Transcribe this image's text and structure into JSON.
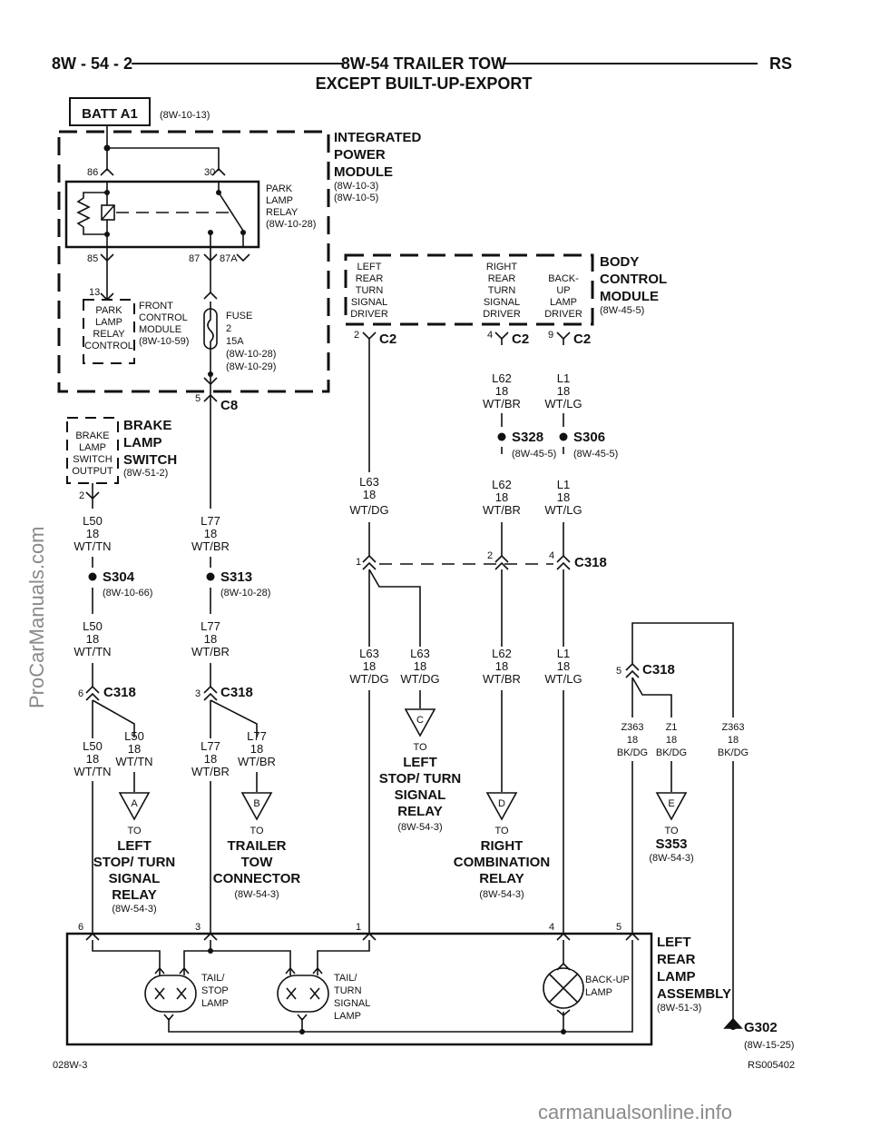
{
  "header": {
    "page": "8W - 54 - 2",
    "title_line1": "8W-54 TRAILER TOW",
    "title_line2": "EXCEPT BUILT-UP-EXPORT",
    "code": "RS"
  },
  "batt": {
    "label": "BATT A1",
    "ref": "(8W-10-13)"
  },
  "ipm": {
    "title": [
      "INTEGRATED",
      "POWER",
      "MODULE"
    ],
    "refs": [
      "(8W-10-3)",
      "(8W-10-5)"
    ],
    "relay": [
      "PARK",
      "LAMP",
      "RELAY",
      "(8W-10-28)"
    ],
    "pins": {
      "p86": "86",
      "p30": "30",
      "p85": "85",
      "p87": "87",
      "p87a": "87A"
    },
    "fuse": [
      "FUSE",
      "2",
      "15A",
      "(8W-10-28)",
      "(8W-10-29)"
    ]
  },
  "fcm": {
    "pin": "13",
    "box": [
      "PARK",
      "LAMP",
      "RELAY",
      "CONTROL"
    ],
    "label": [
      "FRONT",
      "CONTROL",
      "MODULE",
      "(8W-10-59)"
    ]
  },
  "bcm": {
    "title": [
      "BODY",
      "CONTROL",
      "MODULE"
    ],
    "ref": "(8W-45-5)",
    "left": [
      "LEFT",
      "REAR",
      "TURN",
      "SIGNAL",
      "DRIVER"
    ],
    "right": [
      "RIGHT",
      "REAR",
      "TURN",
      "SIGNAL",
      "DRIVER"
    ],
    "backup": [
      "BACK-",
      "UP",
      "LAMP",
      "DRIVER"
    ],
    "pin2": "2",
    "pin4": "4",
    "pin9": "9",
    "conn": "C2"
  },
  "c8": {
    "pin": "5",
    "name": "C8"
  },
  "brake": {
    "box": [
      "BRAKE",
      "LAMP",
      "SWITCH",
      "OUTPUT"
    ],
    "title": [
      "BRAKE",
      "LAMP",
      "SWITCH"
    ],
    "ref": "(8W-51-2)",
    "pin": "2"
  },
  "splices": {
    "s328": {
      "name": "S328",
      "ref": "(8W-45-5)"
    },
    "s306": {
      "name": "S306",
      "ref": "(8W-45-5)"
    },
    "s304": {
      "name": "S304",
      "ref": "(8W-10-66)"
    },
    "s313": {
      "name": "S313",
      "ref": "(8W-10-28)"
    }
  },
  "wires": {
    "l50": [
      "L50",
      "18",
      "WT/TN"
    ],
    "l77": [
      "L77",
      "18",
      "WT/BR"
    ],
    "l63": [
      "L63",
      "18",
      "WT/DG"
    ],
    "l62": [
      "L62",
      "18",
      "WT/BR"
    ],
    "l1": [
      "L1",
      "18",
      "WT/LG"
    ],
    "z363": [
      "Z363",
      "18",
      "BK/DG"
    ],
    "z1": [
      "Z1",
      "18",
      "BK/DG"
    ]
  },
  "c318": {
    "name": "C318",
    "p1": "1",
    "p2": "2",
    "p3": "3",
    "p4": "4",
    "p5": "5",
    "p6": "6"
  },
  "offpage": {
    "a": {
      "letter": "A",
      "lines": [
        "TO",
        "LEFT",
        "STOP/ TURN",
        "SIGNAL",
        "RELAY"
      ],
      "ref": "(8W-54-3)"
    },
    "b": {
      "letter": "B",
      "lines": [
        "TO",
        "TRAILER",
        "TOW",
        "CONNECTOR"
      ],
      "ref": "(8W-54-3)"
    },
    "c": {
      "letter": "C",
      "lines": [
        "TO",
        "LEFT",
        "STOP/ TURN",
        "SIGNAL",
        "RELAY"
      ],
      "ref": "(8W-54-3)"
    },
    "d": {
      "letter": "D",
      "lines": [
        "TO",
        "RIGHT",
        "COMBINATION",
        "RELAY"
      ],
      "ref": "(8W-54-3)"
    },
    "e": {
      "letter": "E",
      "lines": [
        "TO",
        "S353"
      ],
      "ref": "(8W-54-3)"
    }
  },
  "lamp": {
    "title": [
      "LEFT",
      "REAR",
      "LAMP",
      "ASSEMBLY"
    ],
    "ref": "(8W-51-3)",
    "tail_stop": [
      "TAIL/",
      "STOP",
      "LAMP"
    ],
    "tail_turn": [
      "TAIL/",
      "TURN",
      "SIGNAL",
      "LAMP"
    ],
    "backup": [
      "BACK-UP",
      "LAMP"
    ],
    "pins": [
      "6",
      "3",
      "1",
      "4",
      "5"
    ]
  },
  "ground": {
    "name": "G302",
    "ref": "(8W-15-25)"
  },
  "footer": {
    "left": "028W-3",
    "right": "RS005402"
  },
  "watermarks": {
    "side": "ProCarManuals.com",
    "bottom": "carmanualsonline.info"
  }
}
